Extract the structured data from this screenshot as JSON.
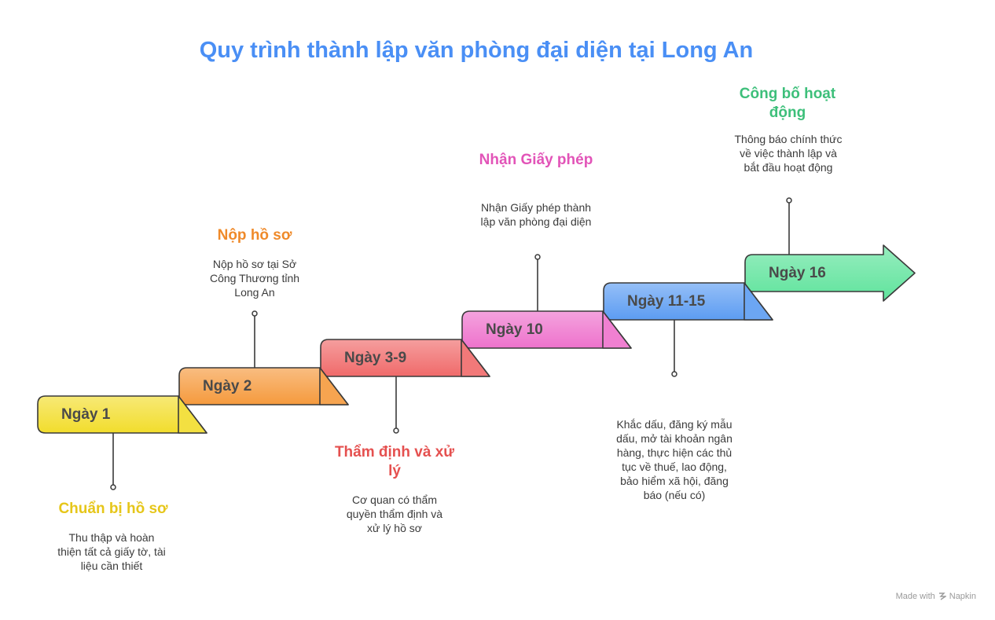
{
  "title": "Quy trình thành lập văn phòng đại diện tại Long An",
  "steps": [
    {
      "day": "Ngày 1",
      "heading": "Chuẩn bị hồ sơ",
      "description": "Thu thập và hoàn thiện tất cả giấy tờ, tài liệu cần thiết",
      "color": "#f2dd2c"
    },
    {
      "day": "Ngày 2",
      "heading": "Nộp hồ sơ",
      "description": "Nộp hồ sơ tại Sở Công Thương tỉnh Long An",
      "color": "#f59a3d"
    },
    {
      "day": "Ngày 3-9",
      "heading": "Thẩm định và xử lý",
      "description": "Cơ quan có thẩm quyền thẩm định và xử lý hồ sơ",
      "color": "#f06a6a"
    },
    {
      "day": "Ngày 10",
      "heading": "Nhận Giấy phép",
      "description": "Nhận Giấy phép thành lập văn phòng đại diện",
      "color": "#ee72cc"
    },
    {
      "day": "Ngày 11-15",
      "heading": "",
      "description": "Khắc dấu, đăng ký mẫu dấu, mở tài khoản ngân hàng, thực hiện các thủ tục về thuế, lao động, bảo hiểm xã hội, đăng báo (nếu có)",
      "color": "#5c9cf2"
    },
    {
      "day": "Ngày 16",
      "heading": "Công bố hoạt động",
      "description": "Thông báo chính thức về việc thành lập và bắt đầu hoạt động",
      "color": "#5fe39c"
    }
  ],
  "heading_colors": [
    "#e6c61a",
    "#ef8a2a",
    "#e5504f",
    "#e254b8",
    "#4a8ff5",
    "#3dbf7a"
  ],
  "footer": {
    "made_with": "Made with",
    "brand": "Napkin",
    "icon": "napkin-icon"
  }
}
